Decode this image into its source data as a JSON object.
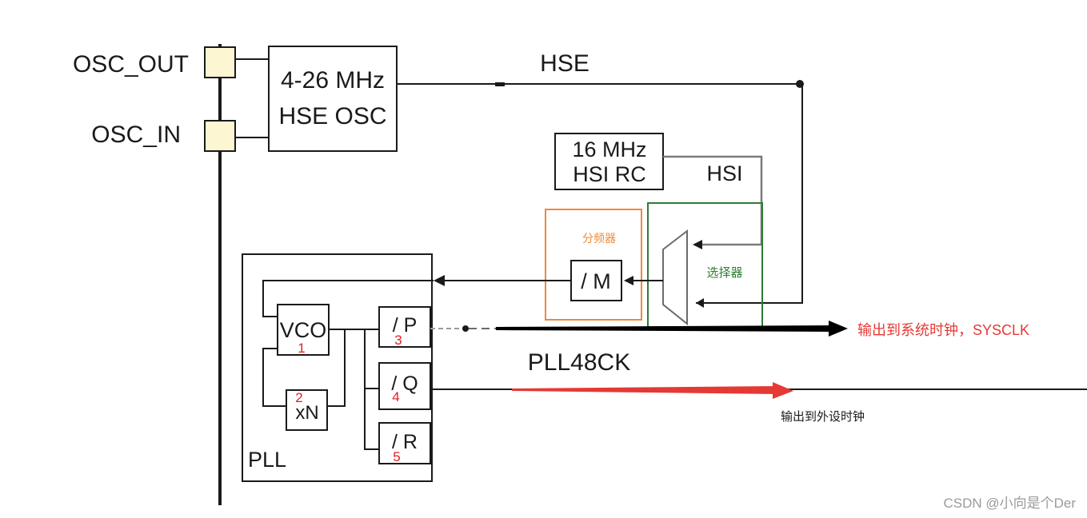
{
  "pins": {
    "osc_out": "OSC_OUT",
    "osc_in": "OSC_IN"
  },
  "hse_osc": {
    "line1": "4-26 MHz",
    "line2": "HSE OSC"
  },
  "hsi_rc": {
    "line1": "16 MHz",
    "line2": "HSI RC"
  },
  "signals": {
    "hse": "HSE",
    "hsi": "HSI",
    "pll48ck": "PLL48CK"
  },
  "annotations": {
    "divider": "分频器",
    "selector": "选择器",
    "sysclk_out": "输出到系统时钟，SYSCLK",
    "periph_out": "输出到外设时钟"
  },
  "pll": {
    "label": "PLL",
    "div_m": "/ M",
    "vco": "VCO",
    "xn": "xN",
    "div_p": "/ P",
    "div_q": "/ Q",
    "div_r": "/ R",
    "markers": [
      "1",
      "2",
      "3",
      "4",
      "5"
    ]
  },
  "watermark": "CSDN @小向是个Der",
  "colors": {
    "ink": "#1a1a1a",
    "pin_fill": "#fdf6d3",
    "divider_orange": "#ef8a3a",
    "selector_green": "#2e7d32",
    "annotation_red": "#e53935",
    "sysclk_arrow": "#000000",
    "hsi_wire": "#7a7a7a"
  }
}
